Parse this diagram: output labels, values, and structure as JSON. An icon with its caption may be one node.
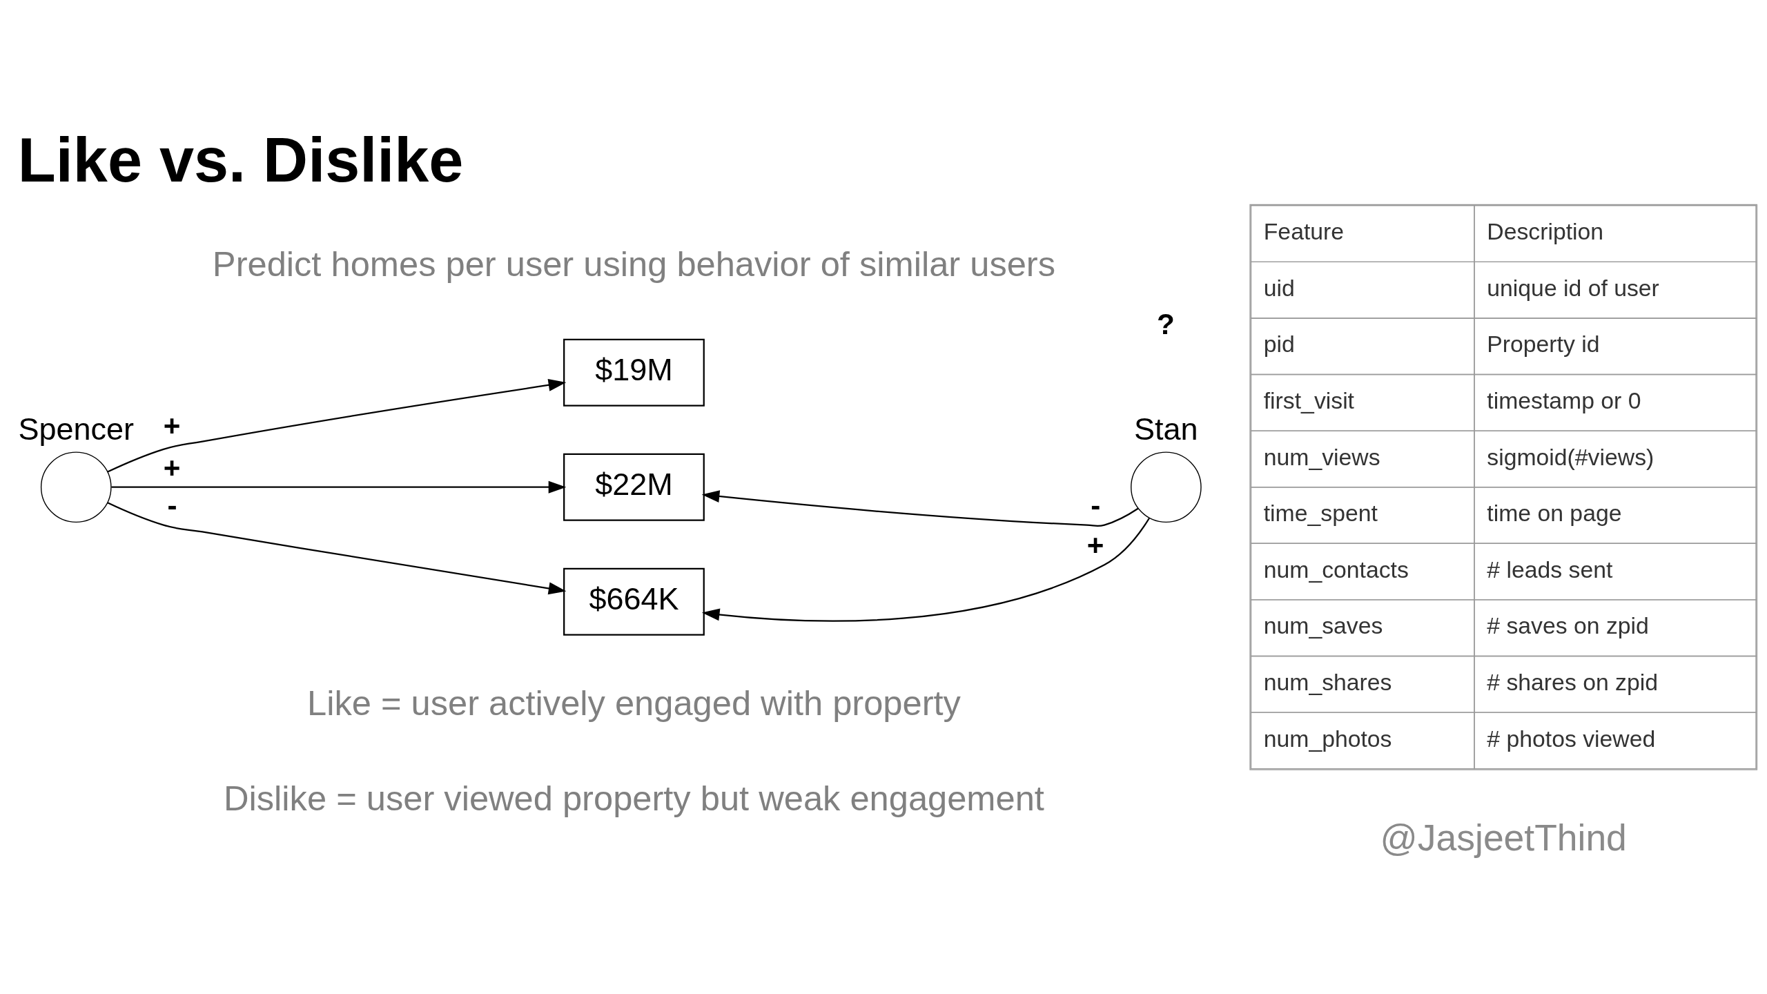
{
  "diagram": {
    "title": "Like vs. Dislike",
    "nodes": [
      {
        "text": [
          "Spencer"
        ]
      },
      {
        "text": [
          "$19M"
        ]
      },
      {
        "text": [
          "$22M"
        ]
      },
      {
        "text": [
          "$664K"
        ]
      },
      {
        "text": [
          "Stan"
        ]
      }
    ],
    "edges": [
      {
        "from": 0,
        "to": 1,
        "arrow": "to",
        "label": "+"
      },
      {
        "from": 0,
        "to": 2,
        "arrow": "to",
        "label": "+"
      },
      {
        "from": 0,
        "to": 3,
        "arrow": "to",
        "label": "-"
      },
      {
        "from": 4,
        "to": 2,
        "arrow": "to",
        "label": "-"
      },
      {
        "from": 4,
        "to": 3,
        "arrow": "to",
        "label": "+"
      }
    ],
    "labels": [
      "Predict homes per user using behavior of similar users",
      "?",
      "Feature",
      "Description",
      "uid",
      "unique id of user",
      "pid",
      "Property id",
      "first_visit",
      "timestamp or 0",
      "num_views",
      "sigmoid(#views)",
      "time_spent",
      "time on page",
      "num_contacts",
      "# leads sent",
      "num_saves",
      "# saves on zpid",
      "num_shares",
      "# shares on zpid",
      "num_photos",
      "# photos viewed",
      "Like = user actively engaged with property",
      "Dislike = user viewed property but weak engagement",
      "@JasjeetThind"
    ]
  }
}
